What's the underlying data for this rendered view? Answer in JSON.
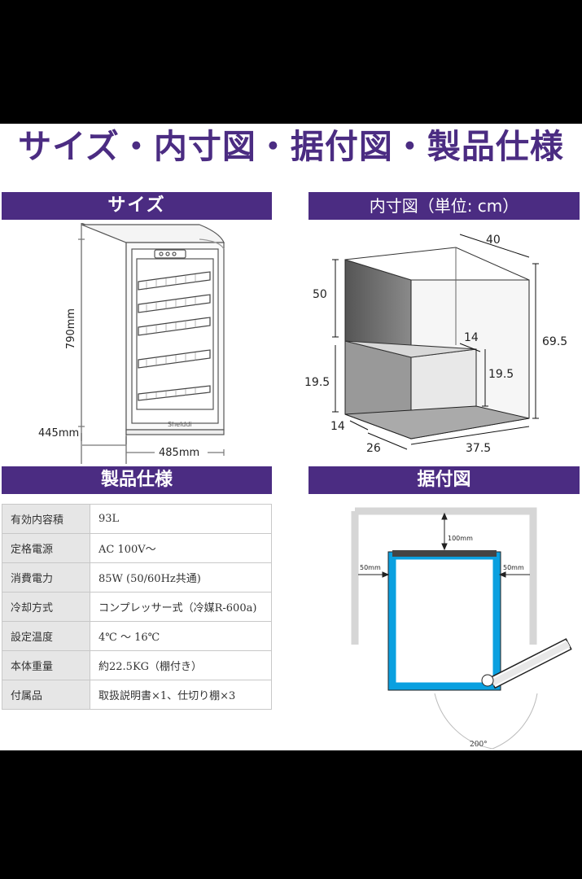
{
  "title": "サイズ・内寸図・据付図・製品仕様",
  "sections": {
    "size": "サイズ",
    "inner": "内寸図（単位: cm）",
    "spec": "製品仕様",
    "install": "据付図"
  },
  "size_diagram": {
    "height": "790mm",
    "depth": "445mm",
    "width": "485mm",
    "brand": "Shelddi"
  },
  "inner_diagram": {
    "top_width": "40",
    "upper_height": "50",
    "total_height": "69.5",
    "step_depth": "14",
    "lower_height_left": "19.5",
    "lower_height_right": "19.5",
    "bottom_front": "14",
    "bottom_depth": "26",
    "bottom_width": "37.5"
  },
  "install_diagram": {
    "top_clearance": "100mm",
    "left_clearance": "50mm",
    "right_clearance": "50mm",
    "door_angle": "200°"
  },
  "spec": {
    "rows": [
      {
        "label": "有効内容積",
        "value": "93L"
      },
      {
        "label": "定格電源",
        "value": "AC 100V～"
      },
      {
        "label": "消費電力",
        "value": "85W (50/60Hz共通)"
      },
      {
        "label": "冷却方式",
        "value": "コンプレッサー式（冷媒R-600a)"
      },
      {
        "label": "設定温度",
        "value": "4℃ ～ 16℃"
      },
      {
        "label": "本体重量",
        "value": "約22.5KG（棚付き）"
      },
      {
        "label": "付属品",
        "value": "取扱説明書×1、仕切り棚×3"
      }
    ]
  }
}
